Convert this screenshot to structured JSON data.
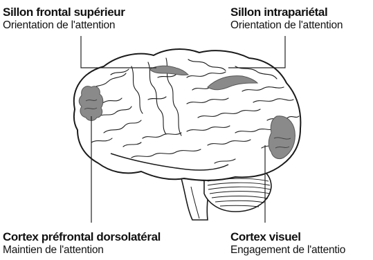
{
  "labels": {
    "sillon_frontal": {
      "title": "Sillon frontal supérieur",
      "subtitle": "Orientation de l'attention"
    },
    "sillon_intraparietal": {
      "title": "Sillon intrapariétal",
      "subtitle": "Orientation de l'attention"
    },
    "cortex_prefrontal": {
      "title": "Cortex préfrontal dorsolatéral",
      "subtitle": "Maintien de l'attention"
    },
    "cortex_visuel": {
      "title": "Cortex visuel",
      "subtitle": "Engagement de l'attentio"
    }
  },
  "colors": {
    "outline": "#1a1a1a",
    "highlight": "#8a8a8a",
    "highlight_dark": "#555555",
    "leader": "#222222"
  }
}
